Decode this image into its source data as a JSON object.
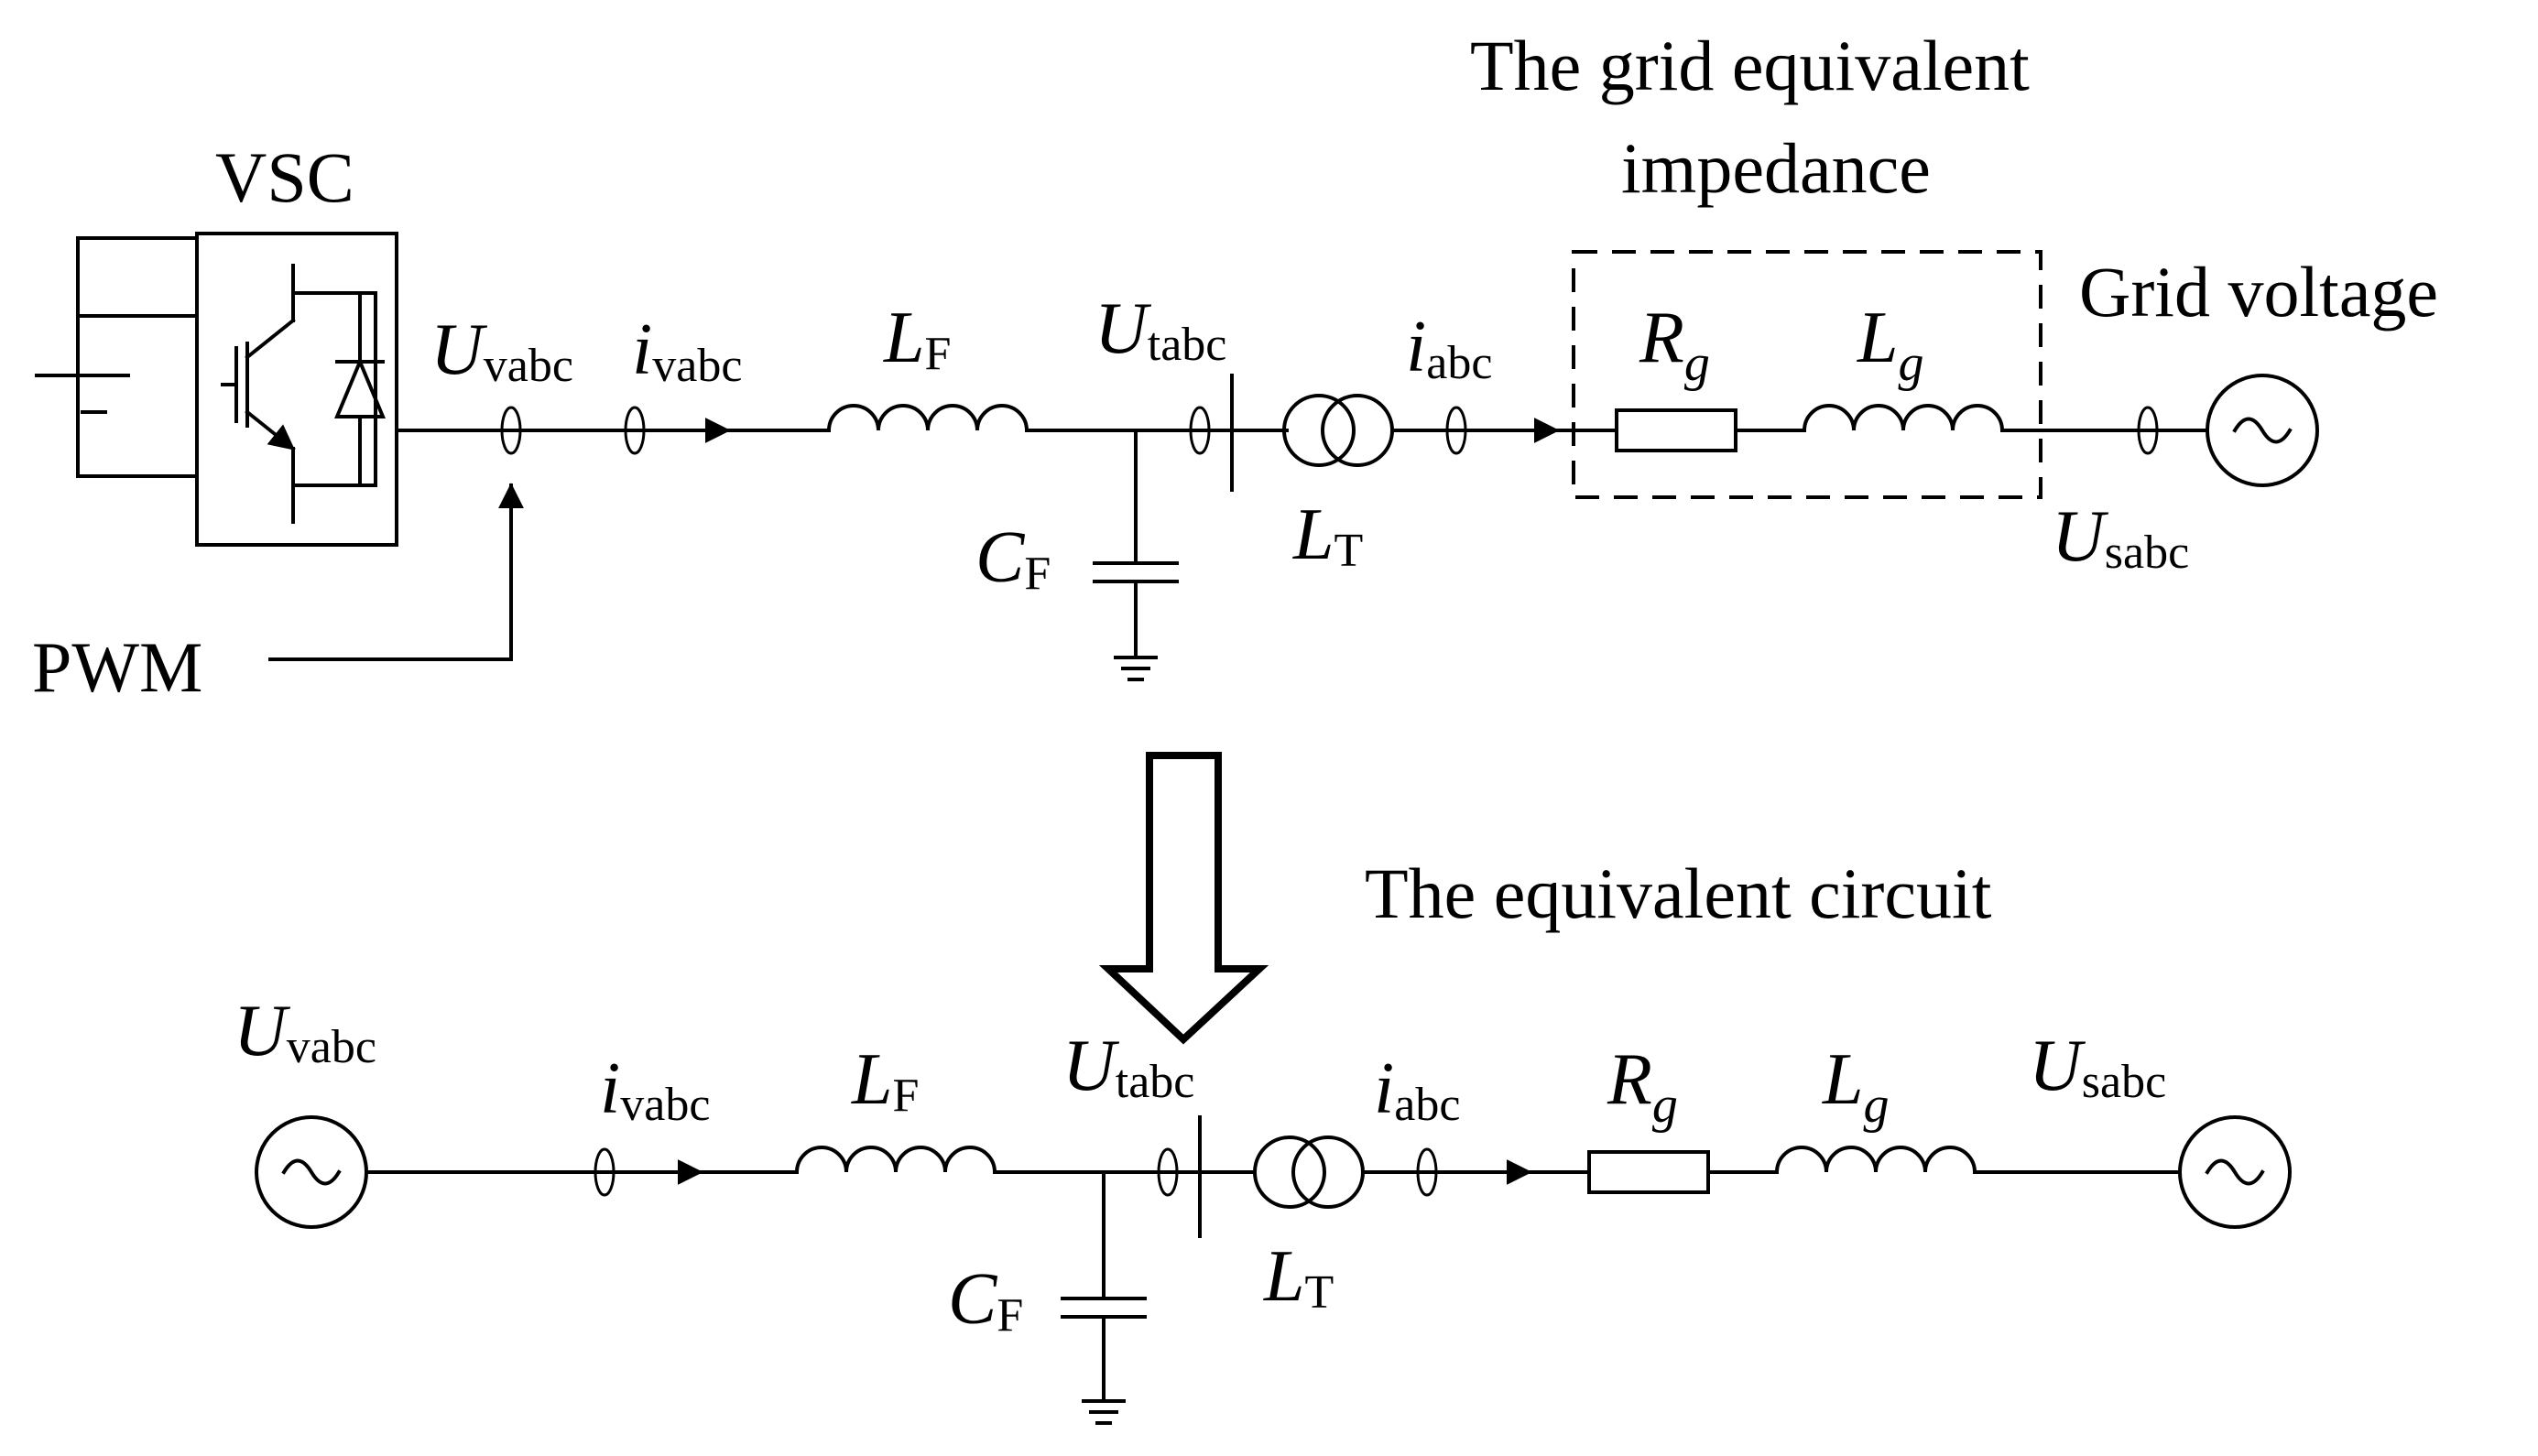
{
  "labels": {
    "vsc": "VSC",
    "pwm": "PWM",
    "grid_impedance_line1": "The grid equivalent",
    "grid_impedance_line2": "impedance",
    "grid_voltage": "Grid voltage",
    "equivalent_circuit": "The equivalent circuit"
  },
  "symbols": {
    "U": "U",
    "i": "i",
    "L": "L",
    "C": "C",
    "R": "R",
    "sub_vabc": "vabc",
    "sub_abc": "abc",
    "sub_tabc": "tabc",
    "sub_sabc": "sabc",
    "sub_F": "F",
    "sub_T": "T",
    "sub_g": "g"
  },
  "colors": {
    "line": "#000000",
    "background": "#ffffff"
  }
}
